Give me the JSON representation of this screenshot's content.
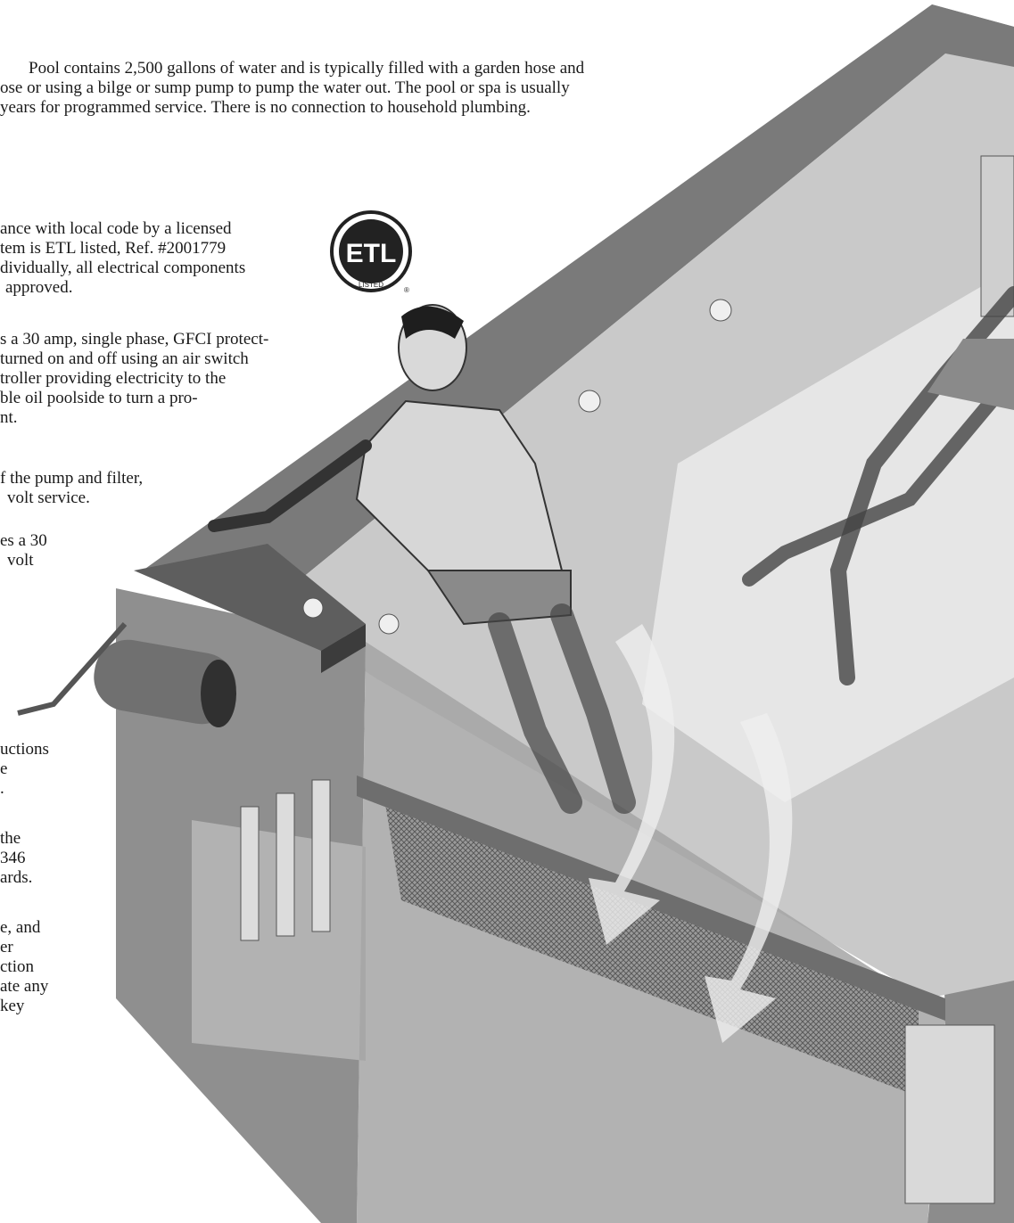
{
  "intro": {
    "lines": [
      "Pool contains 2,500 gallons of water and is typically filled with a garden hose and",
      "ose or using a bilge or sump pump to pump the water out. The pool or spa is usually",
      "years for programmed service. There is no connection to household plumbing."
    ]
  },
  "etl_logo": {
    "mark": "ETL",
    "caption": "LISTED",
    "registered": "®"
  },
  "electrical": {
    "lines": [
      "ance with local code by a licensed",
      "tem is ETL listed, Ref. #2001779",
      "dividually, all electrical components",
      "approved."
    ]
  },
  "controller": {
    "lines": [
      "s a 30 amp, single phase, GFCI protect-",
      "turned on and off using an air switch",
      "troller providing electricity to the",
      "ble oil poolside to turn a pro-",
      "nt."
    ]
  },
  "pump": {
    "lines": [
      "f the pump and filter,",
      "volt service."
    ]
  },
  "heater": {
    "lines": [
      "es a 30",
      "volt"
    ]
  },
  "instructions": {
    "lines": [
      "uctions",
      "e",
      "."
    ]
  },
  "standards": {
    "lines": [
      "the",
      "346",
      "ards."
    ]
  },
  "safety": {
    "lines": [
      "e, and",
      "er",
      "ction",
      "ate any",
      "key"
    ]
  },
  "colors": {
    "text": "#1a1a1a",
    "pool_rim": "#6e6e6e",
    "water": "#c8c8c8",
    "shell": "#8a8a8a"
  }
}
